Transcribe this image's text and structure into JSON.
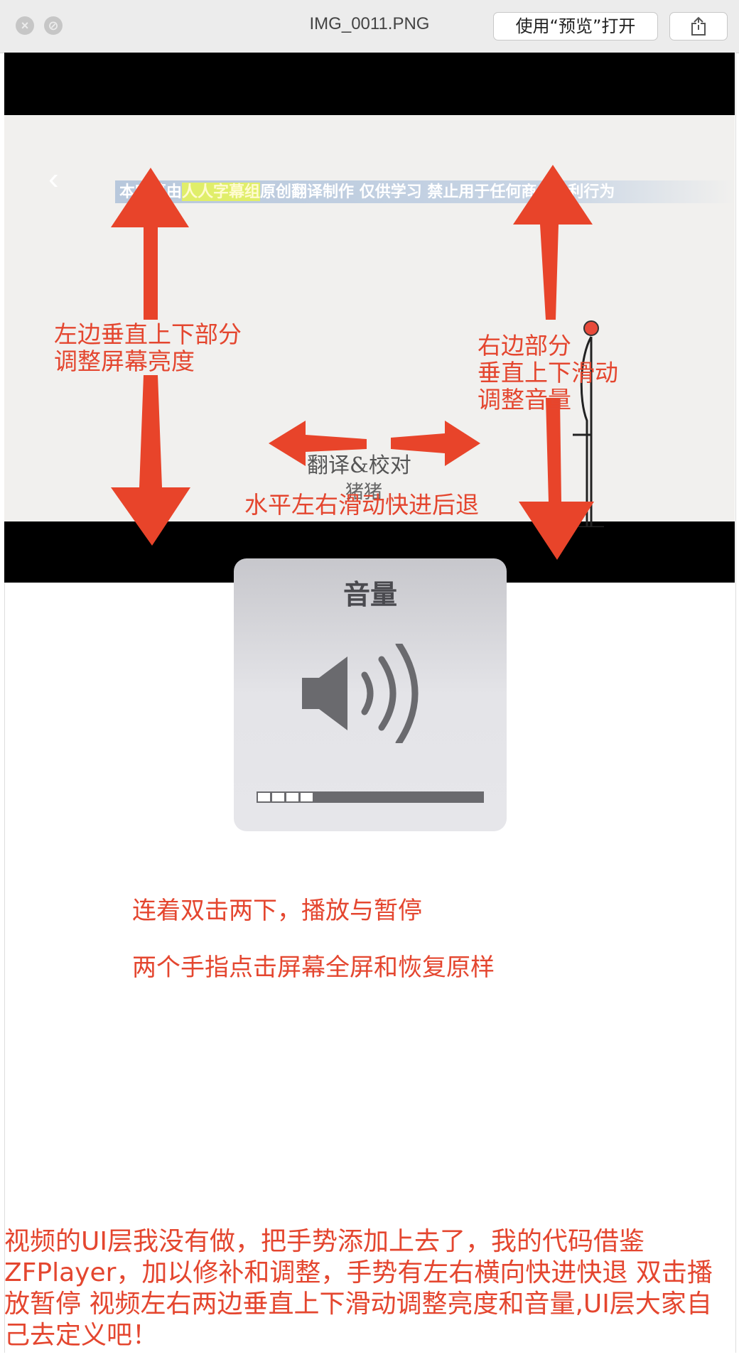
{
  "window": {
    "title": "IMG_0011.PNG",
    "open_button": "使用“预览”打开",
    "close_glyph": "×",
    "min_glyph": "⊘"
  },
  "video": {
    "back_glyph": "‹",
    "subtitle_pre": "本字幕由",
    "subtitle_hl": "人人字幕组",
    "subtitle_post": "原创翻译制作 仅供学习 禁止用于任何商业盈利行为",
    "credit": "翻译&校对",
    "credit2": "猪猪"
  },
  "annotations": {
    "left_label": "左边垂直上下部分\n调整屏幕亮度",
    "right_label": "右边部分\n垂直上下滑动\n调整音量",
    "horizontal_label": "水平左右滑动快进后退"
  },
  "hud": {
    "title": "音量",
    "volume_level": 0.25
  },
  "instructions": {
    "double_tap": "连着双击两下，播放与暂停",
    "two_finger": "两个手指点击屏幕全屏和恢复原样"
  },
  "footer": {
    "text": "视频的UI层我没有做，把手势添加上去了，我的代码借鉴ZFPlayer，加以修补和调整，手势有左右横向快进快退  双击播放暂停  视频左右两边垂直上下滑动调整亮度和音量,UI层大家自己去定义吧！"
  },
  "colors": {
    "annotation_red": "#e4462f",
    "arrow_red": "#e8442a"
  },
  "icons": [
    "close-icon",
    "minimize-icon",
    "share-icon",
    "back-chevron-icon",
    "speaker-icon"
  ]
}
